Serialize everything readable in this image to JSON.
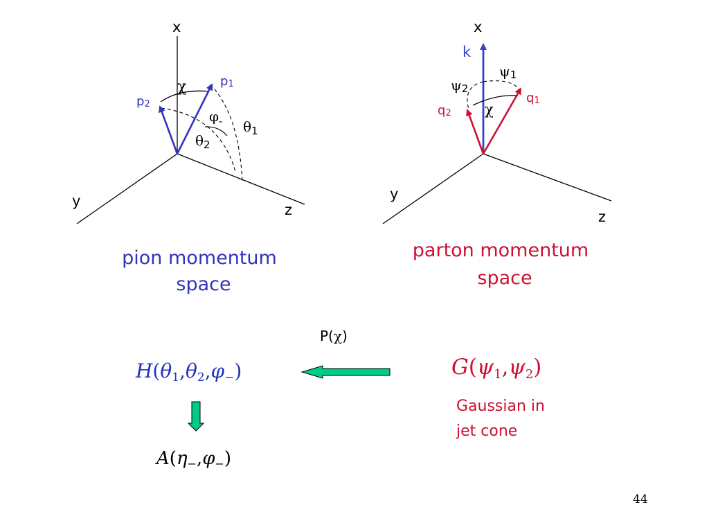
{
  "colors": {
    "pion": "#3333bb",
    "parton": "#cc1133",
    "kaxis": "#3344cc",
    "arrow_fill": "#00cc88",
    "axis": "#000000"
  },
  "pion_diagram": {
    "axis_x": "x",
    "axis_y": "y",
    "axis_z": "z",
    "vec1": "p",
    "vec1_sub": "1",
    "vec2": "p",
    "vec2_sub": "2",
    "chi": "χ",
    "phi": "φ",
    "phi_sub": "-",
    "theta1": "θ",
    "theta1_sub": "1",
    "theta2": "θ",
    "theta2_sub": "2",
    "caption_line1": "pion momentum",
    "caption_line2": "space"
  },
  "parton_diagram": {
    "axis_x": "x",
    "axis_y": "y",
    "axis_z": "z",
    "k": "k",
    "psi1": "ψ",
    "psi1_sub": "1",
    "psi2": "ψ",
    "psi2_sub": "2",
    "chi": "χ",
    "vec1": "q",
    "vec1_sub": "1",
    "vec2": "q",
    "vec2_sub": "2",
    "caption_line1": "parton momentum",
    "caption_line2": "space"
  },
  "formulas": {
    "pchi": "P(χ)",
    "H_name": "H",
    "H_open": "(",
    "H_t": "θ",
    "H_s1": "1",
    "H_comma1": ",",
    "H_s2": "2",
    "H_comma2": ",",
    "H_phi": "φ",
    "H_minus": "−",
    "H_close": ")",
    "G_name": "G",
    "G_open": "(",
    "G_psi": "ψ",
    "G_s1": "1",
    "G_comma": ",",
    "G_s2": "2",
    "G_close": ")",
    "A_name": "A",
    "A_open": "(",
    "A_eta": "η",
    "A_minus1": "−",
    "A_comma": ",",
    "A_phi": "φ",
    "A_minus2": "−",
    "A_close": ")",
    "gauss_line1": "Gaussian in",
    "gauss_line2": "jet cone"
  },
  "page_number": "44"
}
